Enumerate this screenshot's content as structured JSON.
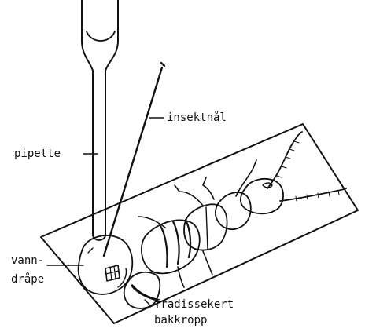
{
  "labels": {
    "insect_pin": "insektnål",
    "pipette": "pipette",
    "water_drop_line1": "vann-",
    "water_drop_line2": "dråpe",
    "dissected_abdomen_line1": "fradissekert",
    "dissected_abdomen_line2": "bakkropp"
  },
  "colors": {
    "ink": "#111111",
    "background": "#ffffff"
  }
}
